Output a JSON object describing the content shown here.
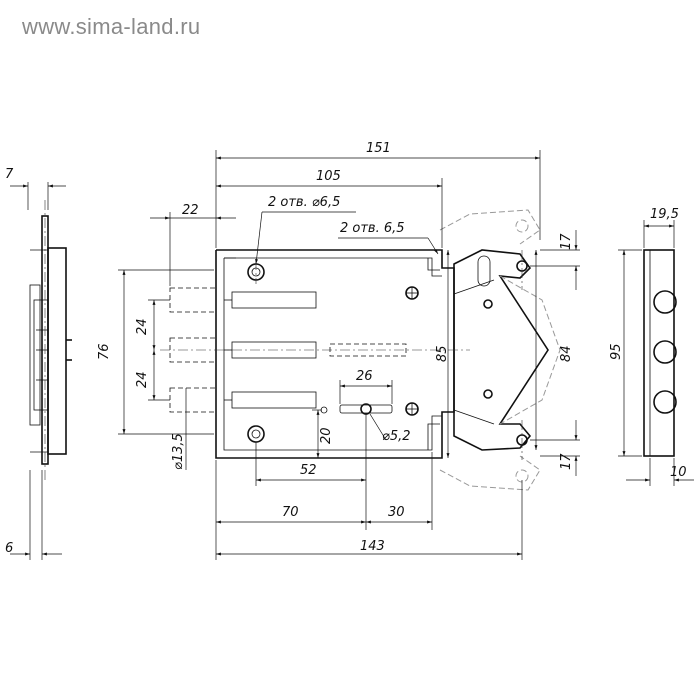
{
  "watermark": "www.sima-land.ru",
  "dimensions": {
    "d151": "151",
    "d105": "105",
    "d7": "7",
    "d22": "22",
    "holes_6_5": "2 отв. ⌀6,5",
    "holes_6_5b": "2 отв. 6,5",
    "d19_5": "19,5",
    "d17_top": "17",
    "d17_bot": "17",
    "d76": "76",
    "d24a": "24",
    "d24b": "24",
    "d85": "85",
    "d84": "84",
    "d95": "95",
    "d26": "26",
    "d5_2": "⌀5,2",
    "d13_5": "⌀13,5",
    "d20": "20",
    "d52": "52",
    "d70": "70",
    "d30": "30",
    "d143": "143",
    "d6": "6",
    "d10": "10"
  },
  "colors": {
    "line": "#111111",
    "ghost": "#999999",
    "watermark": "#8a8a8a"
  },
  "icons": [
    "screw-icon",
    "keyhole-icon"
  ]
}
